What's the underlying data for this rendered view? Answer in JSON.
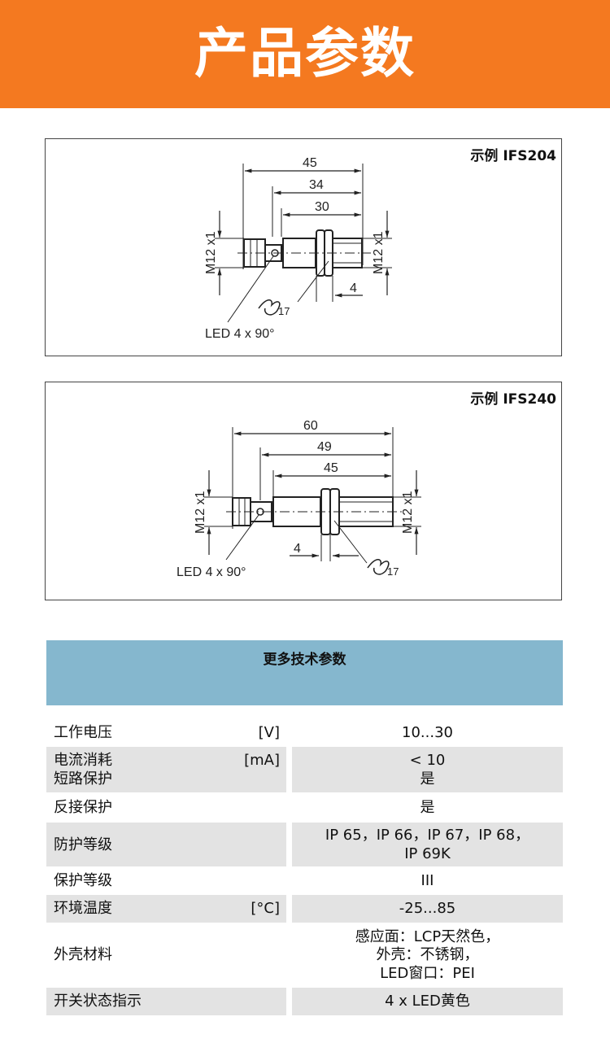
{
  "banner": {
    "title": "产品参数"
  },
  "diagrams": [
    {
      "caption": "示例 IFS204",
      "dims": [
        "45",
        "34",
        "30",
        "4",
        "17"
      ],
      "thread_left": "M12 x1",
      "thread_right": "M12 x1",
      "led_label": "LED 4 x 90°"
    },
    {
      "caption": "示例 IFS240",
      "dims": [
        "60",
        "49",
        "45",
        "4",
        "17"
      ],
      "thread_left": "M12 x1",
      "thread_right": "M12 x1",
      "led_label": "LED 4 x 90°"
    }
  ],
  "specs": {
    "title": "更多技术参数",
    "rows": [
      {
        "label": [
          "工作电压"
        ],
        "unit": "[V]",
        "value": [
          "10...30"
        ]
      },
      {
        "label": [
          "电流消耗",
          "短路保护"
        ],
        "unit": "[mA]",
        "value": [
          "< 10",
          "是"
        ]
      },
      {
        "label": [
          "反接保护"
        ],
        "unit": "",
        "value": [
          "是"
        ]
      },
      {
        "label": [
          "防护等级"
        ],
        "unit": "",
        "value": [
          "IP 65，IP 66，IP 67，IP 68，",
          "IP 69K"
        ]
      },
      {
        "label": [
          "保护等级"
        ],
        "unit": "",
        "value": [
          "III"
        ]
      },
      {
        "label": [
          "环境温度"
        ],
        "unit": "[°C]",
        "value": [
          "-25...85"
        ]
      },
      {
        "label": [
          "外壳材料"
        ],
        "unit": "",
        "value": [
          "感应面：LCP天然色，",
          "外壳：不锈钢，",
          "LED窗口：PEI"
        ]
      },
      {
        "label": [
          "开关状态指示"
        ],
        "unit": "",
        "value": [
          "4 x LED黄色"
        ]
      }
    ]
  }
}
